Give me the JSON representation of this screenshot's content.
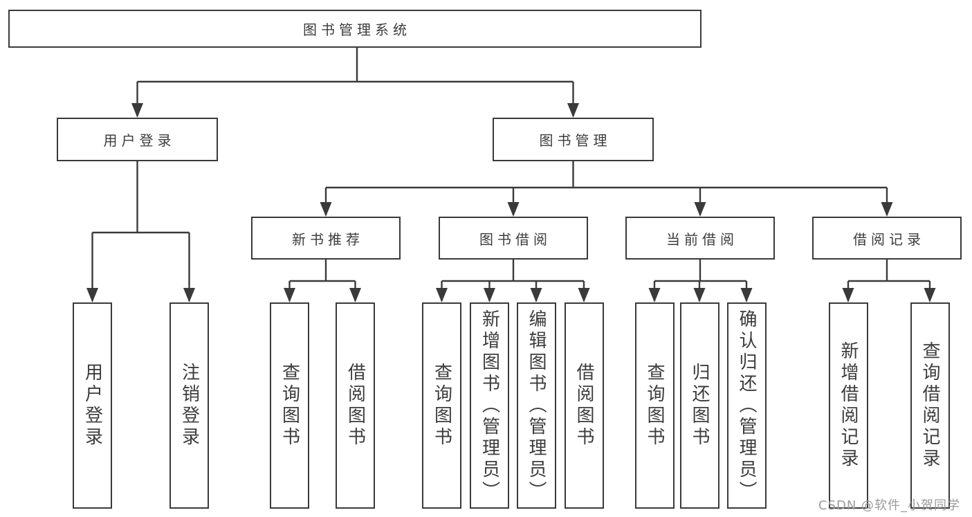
{
  "diagram": {
    "title": "图书管理系统",
    "nodes": {
      "root": "图书管理系统",
      "user_login": "用户登录",
      "book_management": "图书管理",
      "new_book_recommend": "新书推荐",
      "book_borrow": "图书借阅",
      "current_borrow": "当前借阅",
      "borrow_record": "借阅记录",
      "leaf_user_login": "用户登录",
      "leaf_logout": "注销登录",
      "leaf_recommend_query": "查询图书",
      "leaf_recommend_borrow": "借阅图书",
      "leaf_borrow_query": "查询图书",
      "leaf_borrow_add": "新增图书（管理员）",
      "leaf_borrow_edit": "编辑图书（管理员）",
      "leaf_borrow_lend": "借阅图书",
      "leaf_current_query": "查询图书",
      "leaf_current_return": "归还图书",
      "leaf_current_confirm": "确认归还（管理员）",
      "leaf_record_add": "新增借阅记录",
      "leaf_record_query": "查询借阅记录"
    },
    "watermark": "CSDN @软件_小贺同学",
    "colors": {
      "line": "#3a3a3a",
      "text": "#3c3c3c",
      "box_background": "#ffffff",
      "watermark": "#9b9b9b",
      "background": "#ffffff"
    }
  }
}
